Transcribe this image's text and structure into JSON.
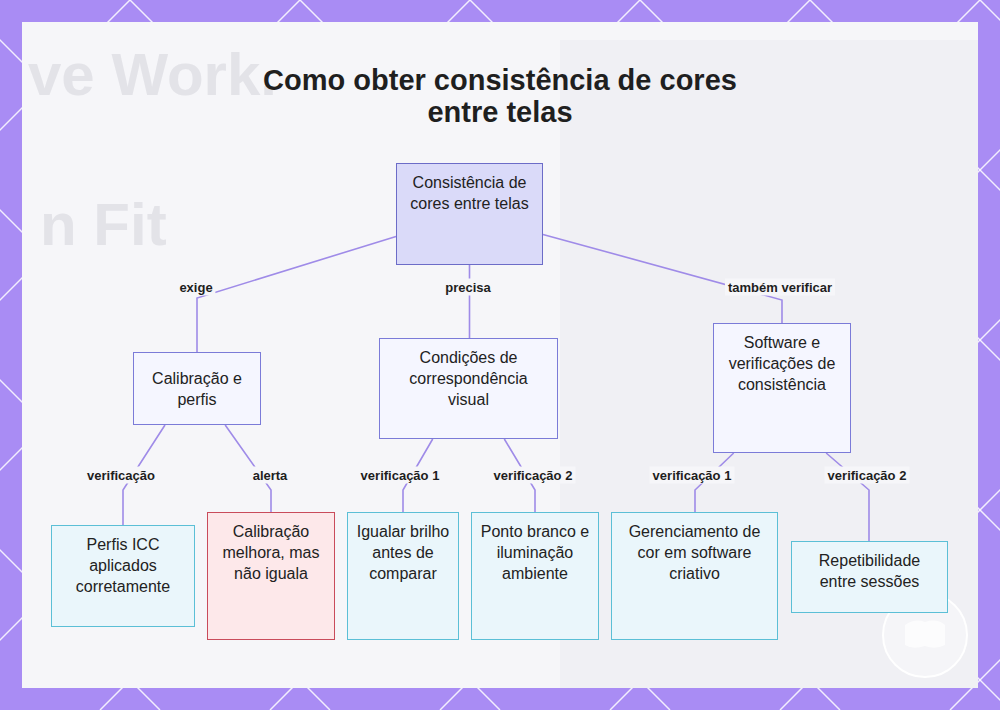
{
  "diagram": {
    "title": "Como obter consistência de cores entre telas",
    "nodes": [
      {
        "text": [
          "Consistência de cores entre telas"
        ]
      },
      {
        "text": [
          "Calibração e perfis"
        ]
      },
      {
        "text": [
          "Condições de correspondência visual"
        ]
      },
      {
        "text": [
          "Software e verificações de consistência"
        ]
      },
      {
        "text": [
          "Perfis ICC aplicados corretamente"
        ]
      },
      {
        "text": [
          "Calibração melhora, mas não iguala"
        ]
      },
      {
        "text": [
          "Igualar brilho antes de comparar"
        ]
      },
      {
        "text": [
          "Ponto branco e iluminação ambiente"
        ]
      },
      {
        "text": [
          "Gerenciamento de cor em software criativo"
        ]
      },
      {
        "text": [
          "Repetibilidade entre sessões"
        ]
      }
    ],
    "edges": [
      {
        "from": 0,
        "to": 1,
        "label": "exige",
        "arrow": "none"
      },
      {
        "from": 0,
        "to": 2,
        "label": "precisa",
        "arrow": "none"
      },
      {
        "from": 0,
        "to": 3,
        "label": "também verificar",
        "arrow": "none"
      },
      {
        "from": 1,
        "to": 4,
        "label": "verificação",
        "arrow": "none"
      },
      {
        "from": 1,
        "to": 5,
        "label": "alerta",
        "arrow": "none"
      },
      {
        "from": 2,
        "to": 6,
        "label": "verificação 1",
        "arrow": "none"
      },
      {
        "from": 2,
        "to": 7,
        "label": "verificação 2",
        "arrow": "none"
      },
      {
        "from": 3,
        "to": 8,
        "label": "verificação 1",
        "arrow": "none"
      },
      {
        "from": 3,
        "to": 9,
        "label": "verificação 2",
        "arrow": "none"
      }
    ],
    "labels": [
      "ve Work.",
      "n Fit"
    ]
  }
}
